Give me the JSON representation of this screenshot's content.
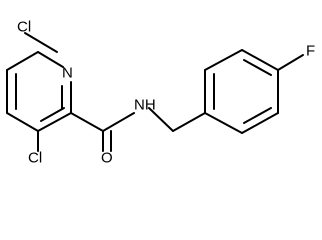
{
  "structure": {
    "atoms": {
      "cl_top": "Cl",
      "n_ring": "N",
      "cl_bottom": "Cl",
      "o_carbonyl": "O",
      "nh_amide": "NH",
      "f_para": "F"
    }
  }
}
